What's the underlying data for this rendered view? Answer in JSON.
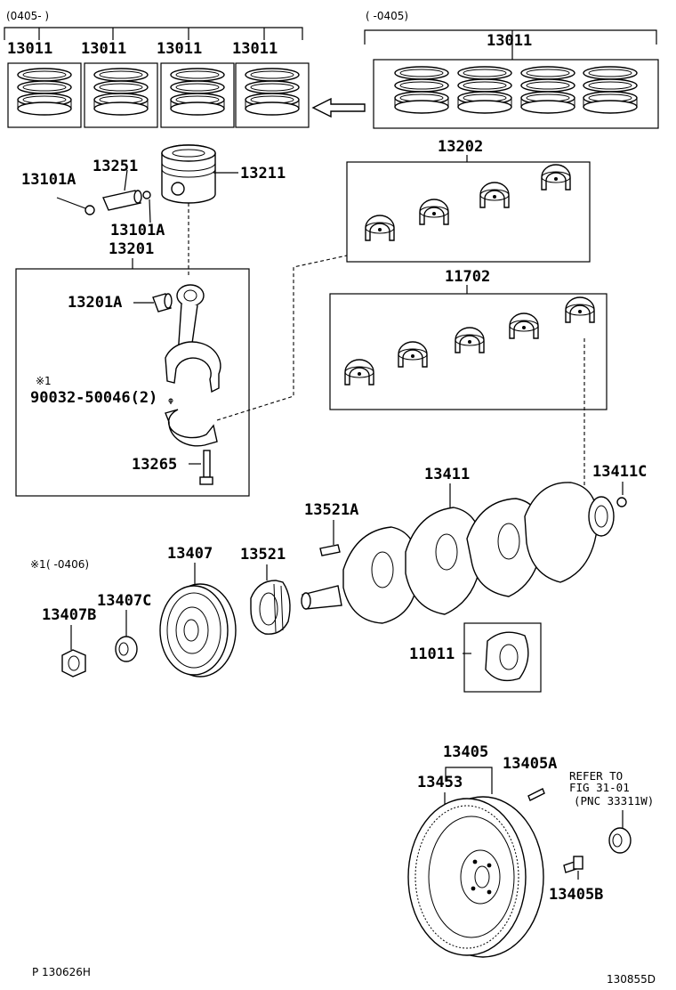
{
  "parts": {
    "ring_set_a": "13011",
    "ring_set_b": "13011",
    "ring_set_c": "13011",
    "ring_set_d": "13011",
    "ring_set_big": "13011",
    "piston": "13211",
    "piston_pin": "13251",
    "snap_ring_left": "13101A",
    "snap_ring_right": "13101A",
    "conn_rod_assy": "13201",
    "rod_bushing": "13201A",
    "rod_bearing_set": "13202",
    "main_bearing_set": "11702",
    "bolt_note_mark": "※1",
    "bolt_number": "90032-50046(2)",
    "rod_bolt": "13265",
    "crankshaft": "13411",
    "crank_plug": "13411C",
    "key": "13521A",
    "timing_gear": "13521",
    "pulley": "13407",
    "pulley_washer": "13407C",
    "pulley_nut": "13407B",
    "thrust_washer": "11011",
    "flywheel": "13405",
    "ring_gear": "13453",
    "flywheel_pin": "13405A",
    "flywheel_bolt": "13405B"
  },
  "notes": {
    "range_left": "(0405-    )",
    "range_right": "(     -0405)",
    "note_1_mark": "※1",
    "note_1_range": "(     -0406)",
    "refer_1": "REFER TO",
    "refer_2": "FIG 31-01",
    "refer_3": "(PNC 33311W)"
  },
  "footer": {
    "left": "P 130626H",
    "right": "130855D"
  }
}
